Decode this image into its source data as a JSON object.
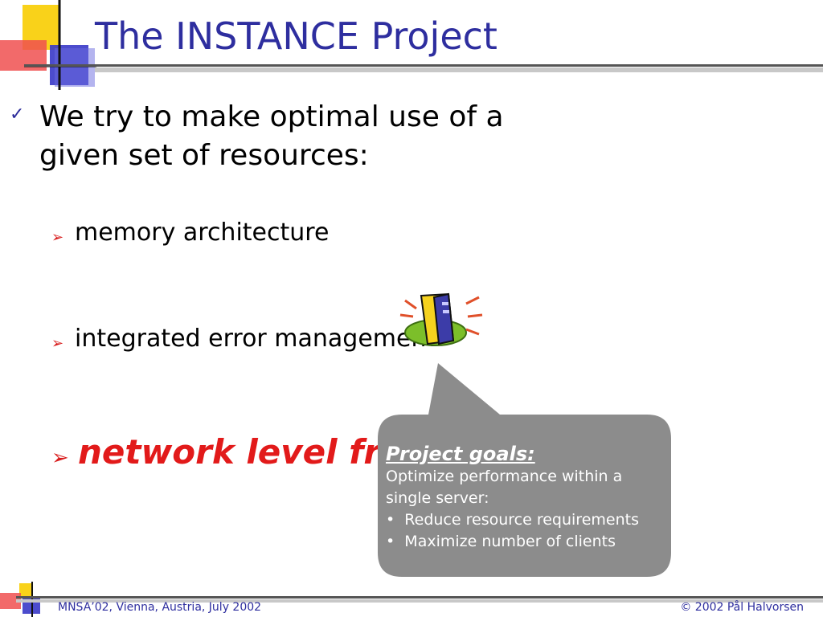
{
  "slide": {
    "title": "The INSTANCE Project",
    "main_point": "We try to make optimal use of a given set of resources:",
    "sub_points": [
      "memory architecture",
      "integrated error management"
    ],
    "highlight_point": "network level framing",
    "callout": {
      "title": "Project goals:",
      "line1": "Optimize performance within a single server:",
      "bullets": [
        "Reduce resource requirements",
        "Maximize number of clients"
      ]
    }
  },
  "footer": {
    "left": "MNSA’02, Vienna, Austria, July 2002",
    "right": "© 2002  Pål Halvorsen"
  },
  "colors": {
    "title": "#2e2e9f",
    "highlight": "#e21a1a",
    "callout_bg": "#8c8c8c"
  },
  "icons": [
    "corner-logo-icon",
    "checkmark-icon",
    "arrow-bullet-icon",
    "server-clipart-icon"
  ]
}
